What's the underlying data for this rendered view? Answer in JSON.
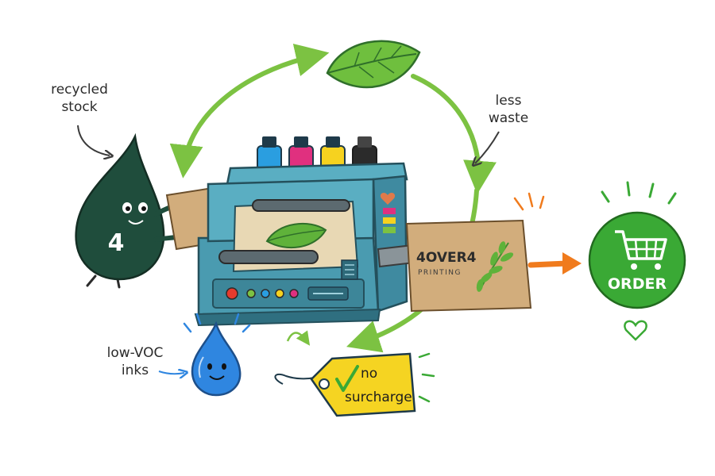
{
  "labels": {
    "recycled_line1": "recycled",
    "recycled_line2": "stock",
    "less_line1": "less",
    "less_line2": "waste",
    "voc_line1": "low-VOC",
    "voc_line2": "inks"
  },
  "mascot": {
    "number": "4"
  },
  "printed_card": {
    "brand": "4OVER4",
    "subtitle": "PRINTING"
  },
  "tag": {
    "line1": "no",
    "line2": "surcharge"
  },
  "order_button": {
    "label": "ORDER"
  },
  "colors": {
    "cycle_green": "#7cc242",
    "mascot_dark": "#1f4d3c",
    "order_green": "#3aa935",
    "arrow_orange": "#f07b1d",
    "tag_yellow": "#f5d422",
    "printer_teal": "#4a9bb0",
    "kraft": "#d2ad7c",
    "ink_cyan": "#2a9ee0",
    "ink_magenta": "#e0307f",
    "ink_yellow": "#f6d21f",
    "ink_black": "#2b2b2b",
    "drop_blue": "#2f86e0"
  },
  "icons": [
    "leaf-icon",
    "recycle-icon",
    "cart-icon",
    "heart-icon",
    "check-icon",
    "water-drop-icon"
  ]
}
